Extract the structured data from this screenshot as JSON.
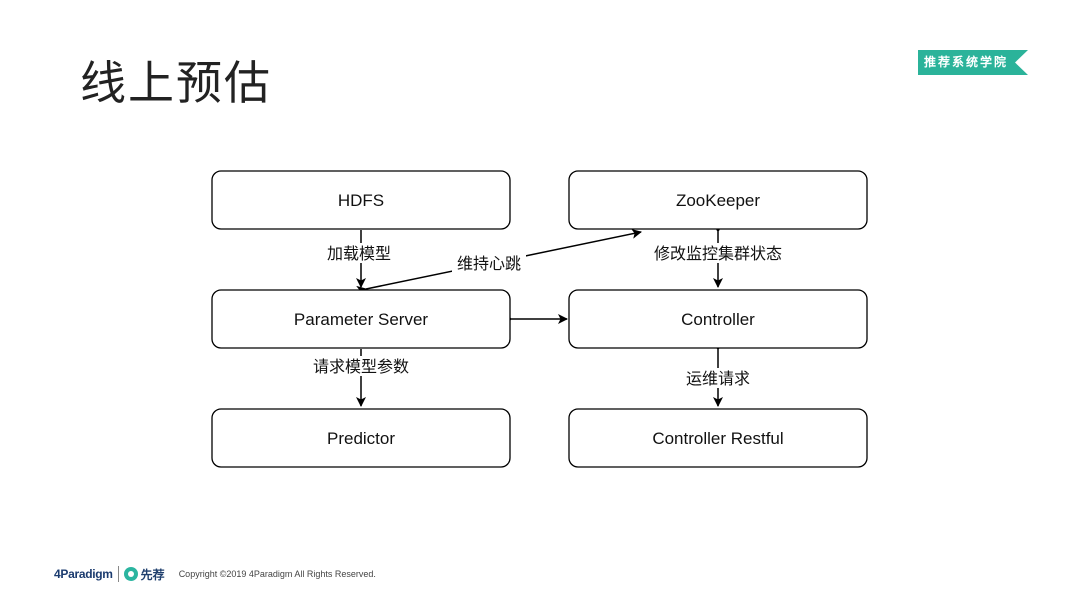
{
  "slide": {
    "title": "线上预估"
  },
  "badge": {
    "label": "推荐系统学院",
    "color": "#2bb39a"
  },
  "diagram": {
    "nodes": {
      "hdfs": "HDFS",
      "zookeeper": "ZooKeeper",
      "parameter_server": "Parameter Server",
      "controller": "Controller",
      "predictor": "Predictor",
      "controller_restful": "Controller Restful"
    },
    "edges": {
      "load_model": "加载模型",
      "heartbeat": "维持心跳",
      "modify_monitor": "修改监控集群状态",
      "request_params": "请求模型参数",
      "ops_request": "运维请求"
    }
  },
  "footer": {
    "logo_4paradigm": "4Paradigm",
    "logo_xianjian": "先荐",
    "copyright": "Copyright ©2019 4Paradigm All Rights Reserved."
  }
}
